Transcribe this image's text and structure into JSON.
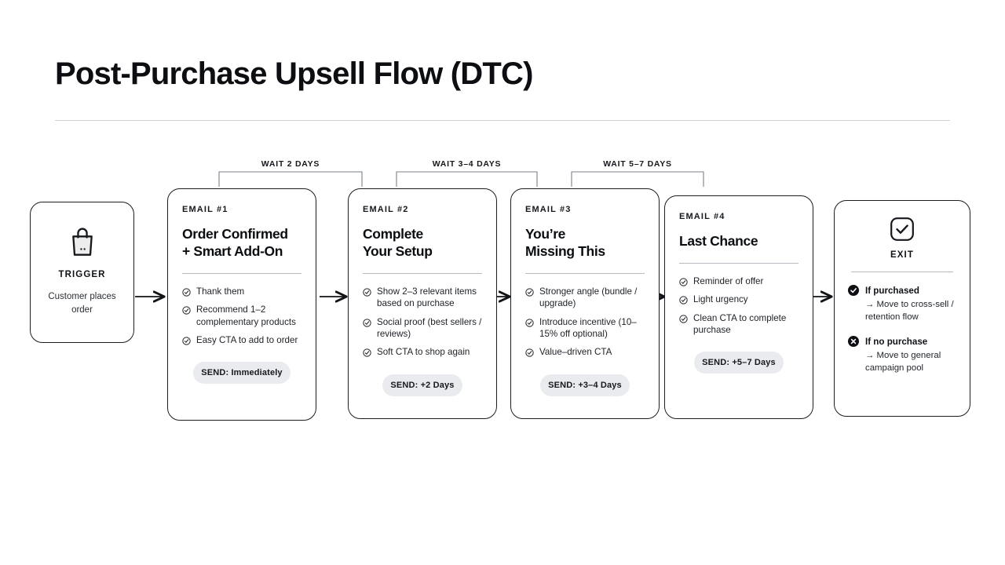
{
  "header": {
    "title": "Post-Purchase Upsell Flow (DTC)"
  },
  "trigger": {
    "icon": "shopping-bag-icon",
    "label": "TRIGGER",
    "description": "Customer places order"
  },
  "waits": [
    {
      "label": "WAIT 2 DAYS"
    },
    {
      "label": "WAIT 3–4 DAYS"
    },
    {
      "label": "WAIT 5–7 DAYS"
    }
  ],
  "emails": [
    {
      "kicker": "EMAIL #1",
      "title": "Order Confirmed\n+ Smart Add-On",
      "bullets": [
        "Thank them",
        "Recommend 1–2 complementary products",
        "Easy CTA to add to order"
      ],
      "send": "SEND: Immediately"
    },
    {
      "kicker": "EMAIL #2",
      "title": "Complete\nYour Setup",
      "bullets": [
        "Show 2–3 relevant items based on purchase",
        "Social proof (best sellers / reviews)",
        "Soft CTA to shop again"
      ],
      "send": "SEND: +2 Days"
    },
    {
      "kicker": "EMAIL #3",
      "title": "You’re\nMissing This",
      "bullets": [
        "Stronger angle (bundle / upgrade)",
        "Introduce incentive (10–15% off optional)",
        "Value–driven CTA"
      ],
      "send": "SEND: +3–4 Days"
    },
    {
      "kicker": "EMAIL #4",
      "title": "Last Chance",
      "bullets": [
        "Reminder of offer",
        "Light urgency",
        "Clean CTA to complete purchase"
      ],
      "send": "SEND: +5–7 Days"
    }
  ],
  "exit": {
    "icon": "checkbox-check-icon",
    "label": "EXIT",
    "branches": [
      {
        "badge": "check-filled-icon",
        "title": "If purchased",
        "body": "→ Move to cross-sell / retention flow"
      },
      {
        "badge": "x-filled-icon",
        "title": "If no purchase",
        "body": "→ Move to general campaign pool"
      }
    ]
  },
  "colors": {
    "ink": "#111316",
    "border": "#1a1d21",
    "rule": "#cfd3d8",
    "pill": "#e9ebee",
    "connector": "#6f7681"
  }
}
